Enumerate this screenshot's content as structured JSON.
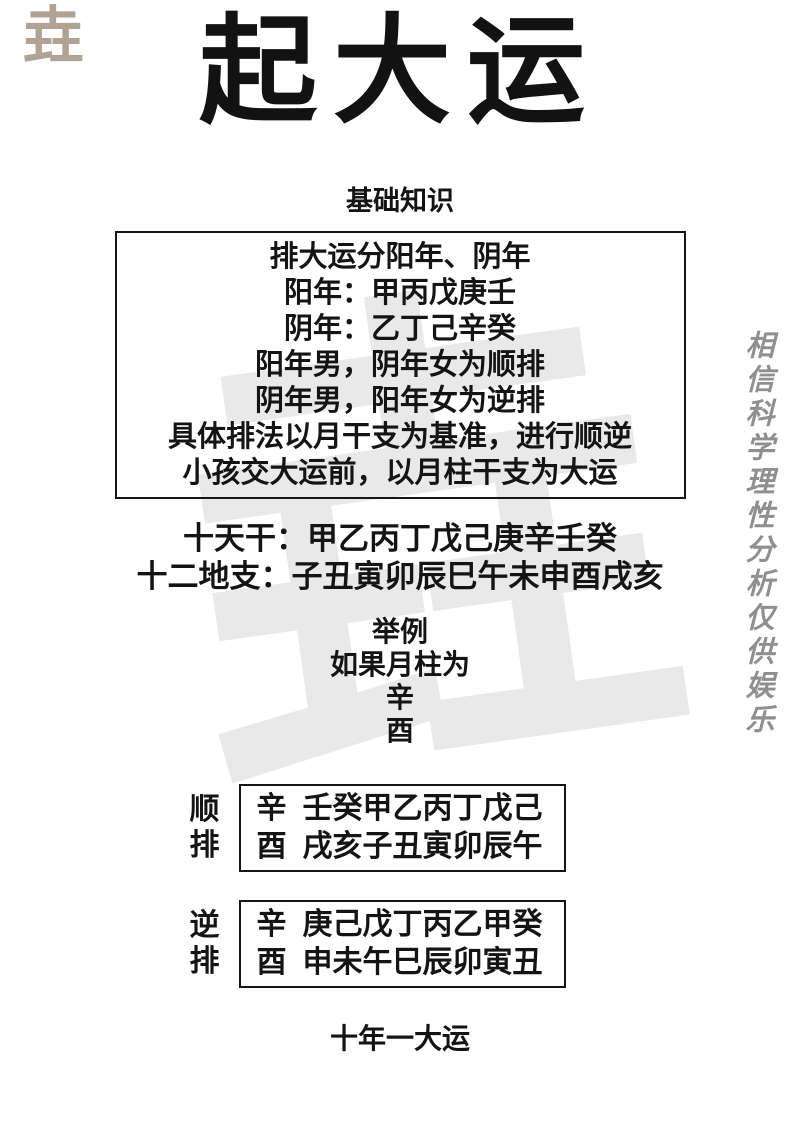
{
  "page": {
    "logo_char": "垚",
    "watermark_char": "垚",
    "side_note": "相信科学理性分析仅供娱乐",
    "title": "起大运",
    "subtitle": "基础知识",
    "footer": "十年一大运"
  },
  "knowledge_box": {
    "lines": [
      "排大运分阳年、阴年",
      "阳年：甲丙戊庚壬",
      "阴年：乙丁己辛癸",
      "阳年男，阴年女为顺排",
      "阴年男，阳年女为逆排",
      "具体排法以月干支为基准，进行顺逆",
      "小孩交大运前，以月柱干支为大运"
    ]
  },
  "reference": {
    "heavenly_stems": "十天干：甲乙丙丁戊己庚辛壬癸",
    "earthly_branches": "十二地支：子丑寅卯辰巳午未申酉戌亥"
  },
  "example": {
    "heading": "举例",
    "intro": "如果月柱为",
    "month_stem": "辛",
    "month_branch": "酉"
  },
  "forward_order": {
    "label_top": "顺",
    "label_bottom": "排",
    "rows": [
      {
        "pillar": "辛",
        "sequence": "壬癸甲乙丙丁戊己"
      },
      {
        "pillar": "酉",
        "sequence": "戌亥子丑寅卯辰午"
      }
    ]
  },
  "backward_order": {
    "label_top": "逆",
    "label_bottom": "排",
    "rows": [
      {
        "pillar": "辛",
        "sequence": "庚己戊丁丙乙甲癸"
      },
      {
        "pillar": "酉",
        "sequence": "申未午巳辰卯寅丑"
      }
    ]
  },
  "colors": {
    "background": "#ffffff",
    "text": "#141414",
    "logo": "#b1a294",
    "watermark": "#e9e9e9",
    "side_note": "#8f8f8f",
    "border": "#161616"
  }
}
